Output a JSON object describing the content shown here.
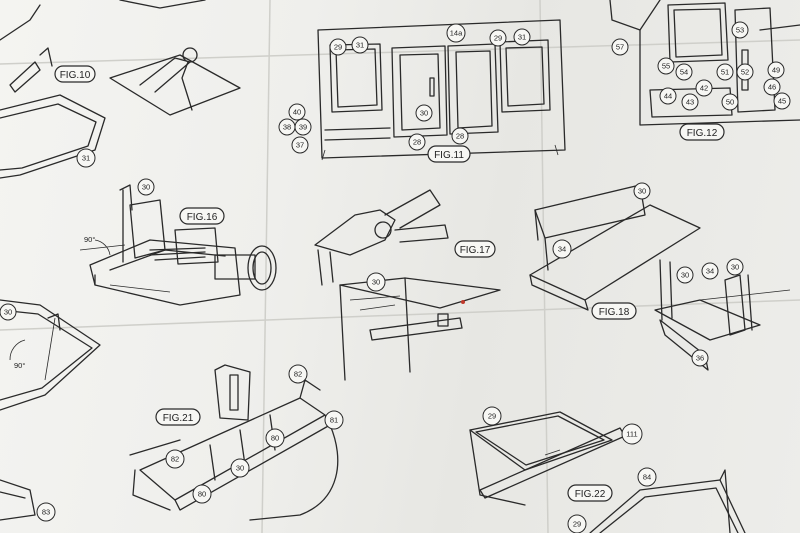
{
  "figures": {
    "fig10": "FIG.10",
    "fig11": "FIG.11",
    "fig12": "FIG.12",
    "fig16": "FIG.16",
    "fig17": "FIG.17",
    "fig18": "FIG.18",
    "fig21": "FIG.21",
    "fig22": "FIG.22"
  },
  "angles": {
    "fig16_angle": "90°",
    "left_angle": "90°"
  },
  "parts": {
    "p31_fig10": "31",
    "p29_a": "29",
    "p31_a": "31",
    "p14a": "14a",
    "p29_b": "29",
    "p31_b": "31",
    "p40": "40",
    "p38": "38",
    "p39": "39",
    "p37": "37",
    "p30_win": "30",
    "p28_a": "28",
    "p28_b": "28",
    "p57": "57",
    "p55": "55",
    "p54": "54",
    "p53": "53",
    "p51": "51",
    "p52": "52",
    "p42": "42",
    "p44": "44",
    "p43": "43",
    "p50": "50",
    "p49": "49",
    "p46": "46",
    "p45": "45",
    "p30_fig16": "30",
    "p30_fig17": "30",
    "p30_fig18": "30",
    "p34_fig18": "34",
    "p30_fig18b": "30",
    "p34_fig18b": "34",
    "p30_fig18c": "30",
    "p36": "36",
    "p30_left": "30",
    "p82_a": "82",
    "p81": "81",
    "p80_a": "80",
    "p82_b": "82",
    "p30_fig21": "30",
    "p80_b": "80",
    "p83": "83",
    "p29_fig22": "29",
    "p111": "111",
    "p84": "84",
    "p29_bottom": "29"
  },
  "colors": {
    "paper": "#efefec",
    "ink": "#2a2a2a",
    "red_mark": "#c0392b"
  }
}
